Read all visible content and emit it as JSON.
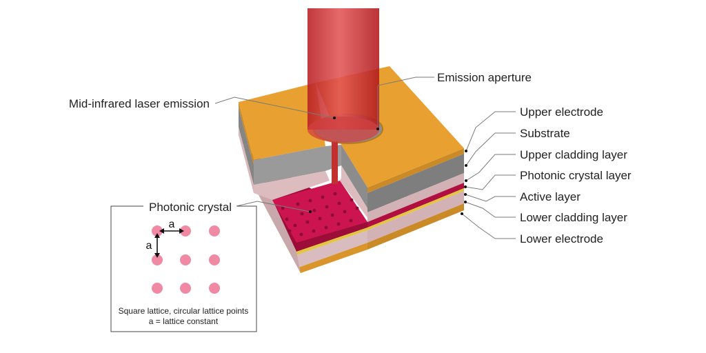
{
  "labels": {
    "mid_infrared": "Mid-infrared laser emission",
    "emission_aperture": "Emission aperture",
    "upper_electrode": "Upper electrode",
    "substrate": "Substrate",
    "upper_cladding": "Upper cladding layer",
    "photonic_crystal_layer": "Photonic crystal layer",
    "active_layer": "Active layer",
    "lower_cladding": "Lower cladding layer",
    "lower_electrode": "Lower electrode"
  },
  "inset": {
    "title": "Photonic crystal",
    "a_horizontal": "a",
    "a_vertical": "a",
    "caption_line1": "Square lattice, circular lattice points",
    "caption_line2": "a = lattice constant"
  },
  "colors": {
    "electrode_top": "#e8a030",
    "electrode_side": "#c98a27",
    "substrate": "#8f8f8f",
    "cladding": "#dcbcbf",
    "photonic": "#c8124a",
    "active": "#e3c640",
    "beam": "#d63a3a",
    "lattice_point": "#f08aa4"
  }
}
